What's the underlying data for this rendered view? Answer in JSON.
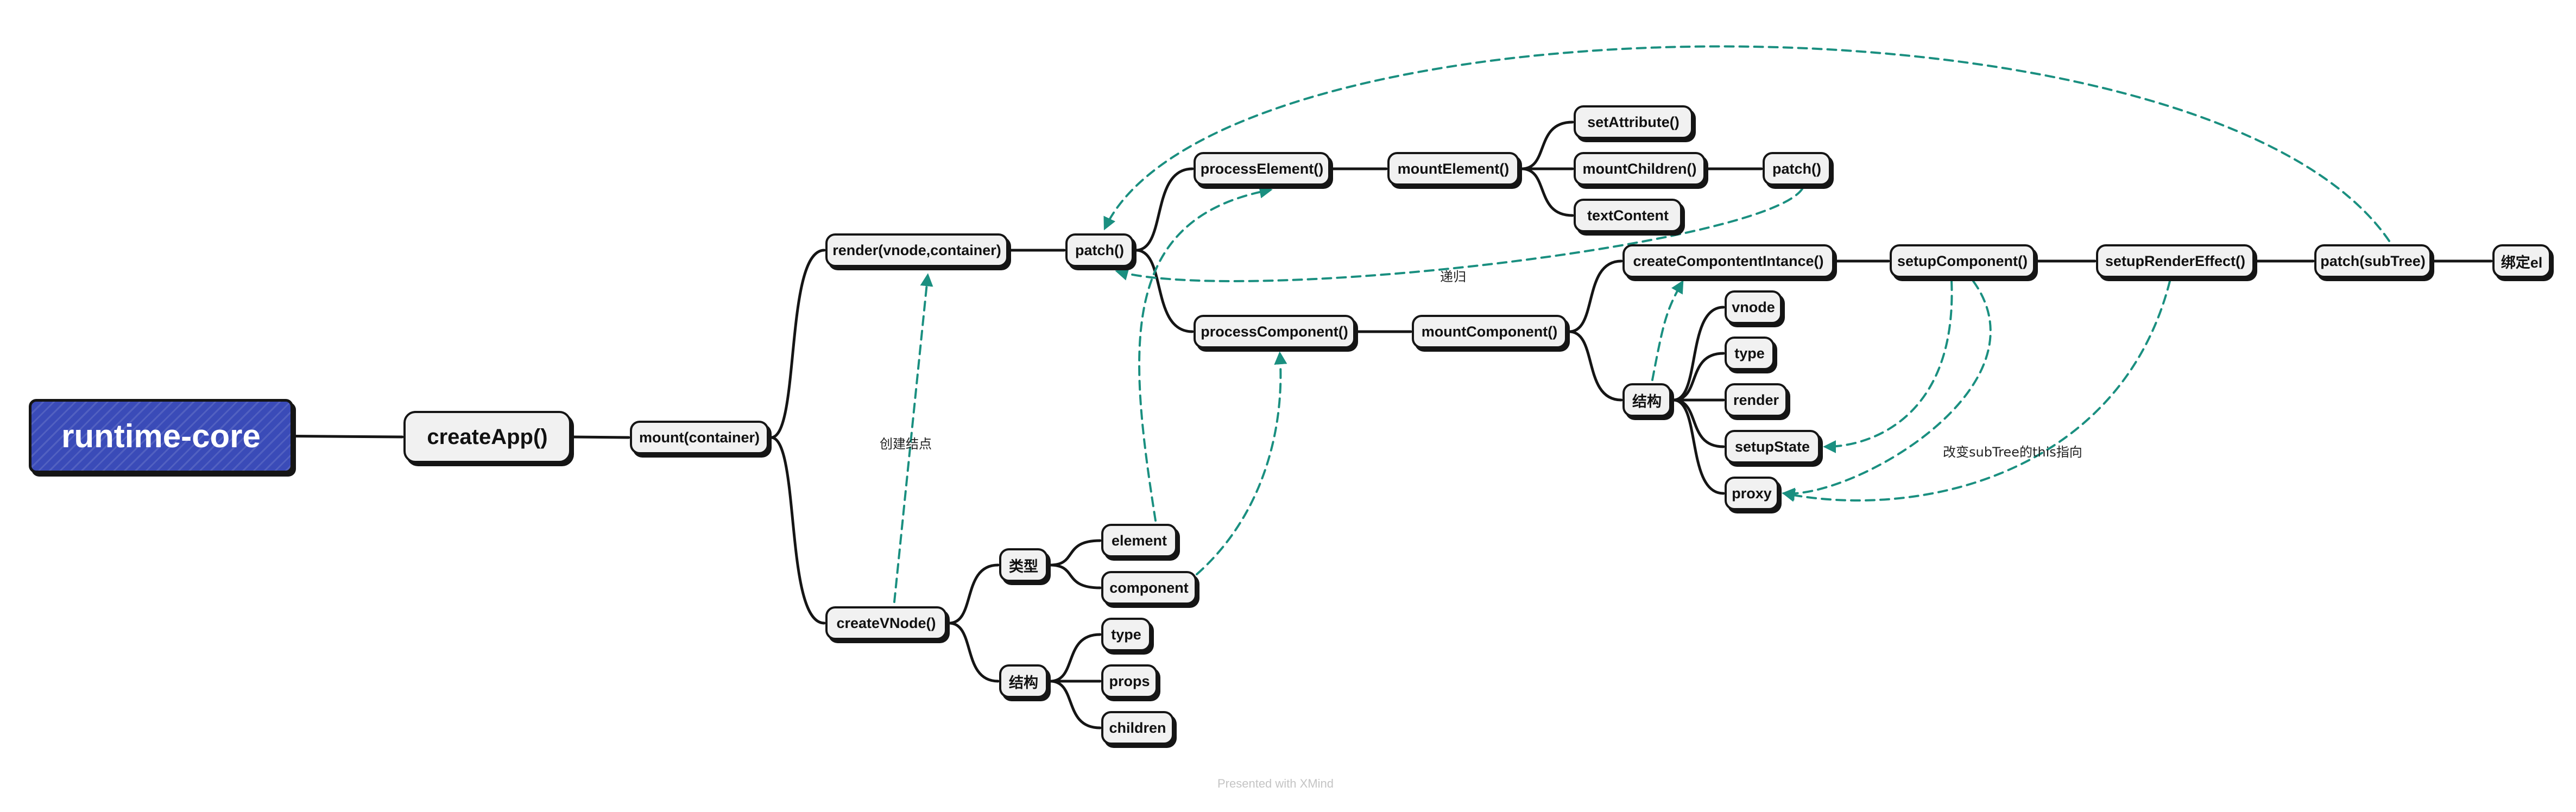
{
  "nodes": {
    "root": "runtime-core",
    "createApp": "createApp()",
    "mount": "mount(container)",
    "render": "render(vnode,container)",
    "createVNode": "createVNode()",
    "patch": "patch()",
    "processElement": "processElement()",
    "processComponent": "processComponent()",
    "mountElement": "mountElement()",
    "setAttribute": "setAttribute()",
    "mountChildren": "mountChildren()",
    "textContent": "textContent",
    "patchChild": "patch()",
    "mountComponent": "mountComponent()",
    "createInstance": "createCompontentIntance()",
    "setupComponent": "setupComponent()",
    "setupRenderEffect": "setupRenderEffect()",
    "patchSubTree": "patch(subTree)",
    "bindEl": "绑定el",
    "structureInst": "结构",
    "vnode": "vnode",
    "typeInst": "type",
    "renderInst": "render",
    "setupState": "setupState",
    "proxy": "proxy",
    "vnodeKind": "类型",
    "element": "element",
    "component": "component",
    "vnodeStructure": "结构",
    "typeVn": "type",
    "props": "props",
    "children": "children"
  },
  "relationships": {
    "recursion": "递归",
    "createNode": "创建结点",
    "changeThis": "改变subTree的this指向"
  },
  "footer": "Presented with XMind",
  "colors": {
    "root_fill": "#3a4bb8",
    "node_fill": "#f1f1f1",
    "border": "#151515",
    "relationship": "#1a8f80"
  }
}
